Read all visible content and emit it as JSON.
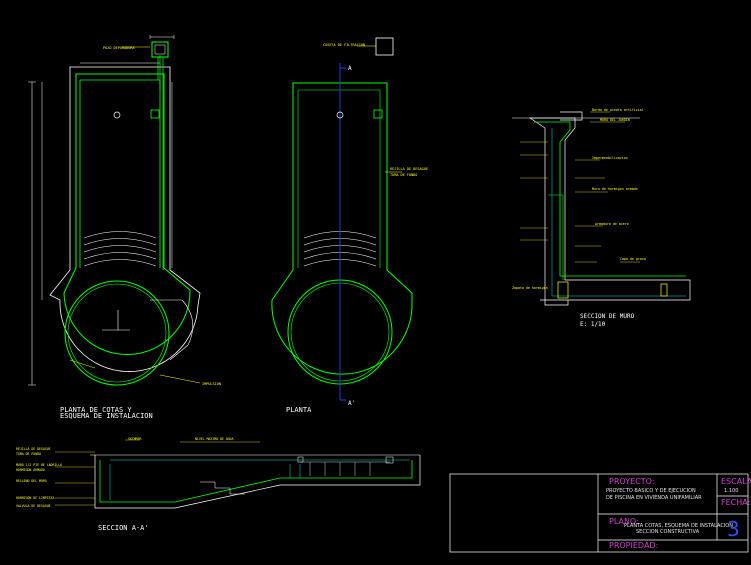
{
  "drawing": {
    "plan_title": "PLANTA DE COTAS Y ESQUEMA DE INSTALACION",
    "plan_title_line1": "PLANTA DE COTAS Y",
    "plan_title_line2": "ESQUEMA DE INSTALACION",
    "planta_title": "PLANTA",
    "section_wall_title": "SECCION DE MURO",
    "section_wall_scale": "E: 1/10",
    "section_aa_title": "SECCION A-A'",
    "section_marker_a": "A",
    "section_marker_a_prime": "A'",
    "labels": {
      "pozo_depuradora": "POZO DEPURADORA",
      "caseta_filtracion": "CASETA DE FILTRACION",
      "boca_impulsion": "IMPULSION",
      "rejilla_desague": "REJILLA DE DESAGUE",
      "rejilla_sub": "TOMA DE FONDO",
      "borde_piedra": "Borde de piedra artificial",
      "muro_jardin": "MURO DEL JARDIN",
      "impermeabilizacion": "Impermeabilizacion",
      "hormigon": "Muro de hormigon armado",
      "ladrillo": "Armadura de acero",
      "grava": "Capa de grava",
      "zapata": "Zapata de hormigon",
      "nivel_agua": "NIVEL MAXIMO DE AGUA",
      "skimmer": "SKIMMER",
      "left_notes": [
        "REJILLA DE DESAGUE",
        "TOMA DE FONDO",
        "MURO 1/2 PIE DE LADRILLO",
        "HORMIGON ARMADO",
        "RELLENO DEL MURO",
        "HORMIGON DE LIMPIEZA",
        "VALVULA DE DESAGUE"
      ]
    }
  },
  "title_block": {
    "proyecto_label": "PROYECTO:",
    "proyecto_value_1": "PROYECTO BASICO Y DE EJECUCION",
    "proyecto_value_2": "DE PISCINA EN VIVIENDA UNIFAMILIAR",
    "escala_label": "ESCALA:",
    "escala_value": "1:100",
    "fecha_label": "FECHA:",
    "plano_label": "PLANO:",
    "plano_value_1": "PLANTA COTAS, ESQUEMA DE INSTALACION",
    "plano_value_2": "SECCION CONSTRUCTIVA",
    "sheet_number": "3",
    "propiedad_label": "PROPIEDAD:"
  },
  "colors": {
    "background": "#000000",
    "outline": "#ffffff",
    "pool_wall": "#00ff00",
    "water": "#00e0e0",
    "axis": "#2040ff",
    "annotation": "#ffff00",
    "titleblock_text": "#d040d0",
    "sheet_number": "#2a50ff"
  }
}
